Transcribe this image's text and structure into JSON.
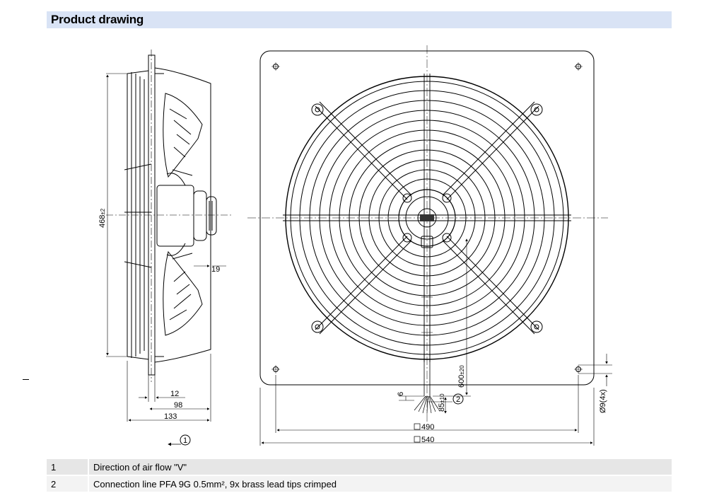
{
  "header": {
    "title": "Product drawing"
  },
  "dimensions": {
    "height": "468",
    "height_tol": "±2",
    "d19": "19",
    "d12": "12",
    "d98": "98",
    "d133": "133",
    "d6": "6",
    "d85": "85",
    "d85_tol": "±10",
    "d600": "600",
    "d600_tol": "±20",
    "sq490": "490",
    "sq540": "540",
    "hole": "Ø9(4x)"
  },
  "callouts": {
    "c1": "1",
    "c2": "2"
  },
  "legend": [
    {
      "num": "1",
      "text": "Direction of air flow \"V\""
    },
    {
      "num": "2",
      "text": "Connection line PFA 9G 0.5mm², 9x brass lead tips crimped"
    }
  ]
}
